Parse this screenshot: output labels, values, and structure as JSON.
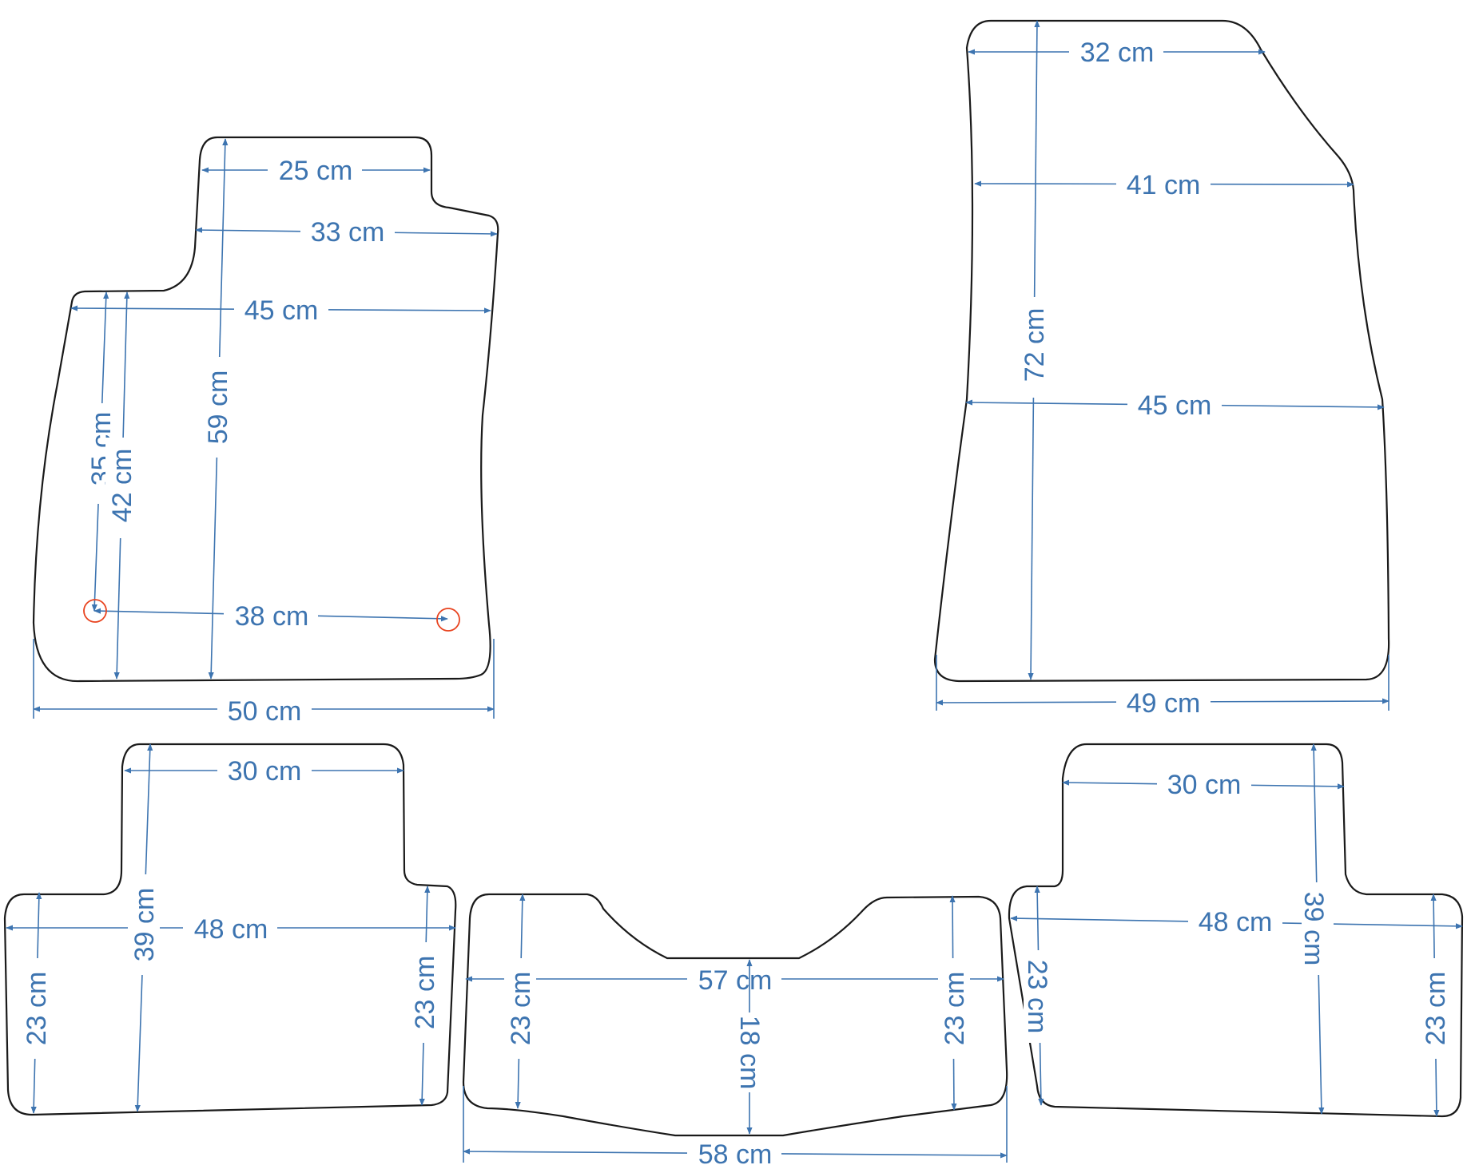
{
  "colors": {
    "dimension": "#3d74b0",
    "outline": "#1a1a1a",
    "marker": "#e8431f"
  },
  "mats": {
    "front_left": {
      "w_top": "25 cm",
      "w_step": "33 cm",
      "w_upper": "45 cm",
      "w_holes": "38 cm",
      "w_bottom": "50 cm",
      "h_hole": "35 cm",
      "h_left": "42 cm",
      "h_total": "59 cm"
    },
    "front_right": {
      "w_top": "32 cm",
      "w_upper": "41 cm",
      "w_mid": "45 cm",
      "w_bottom": "49 cm",
      "h_total": "72 cm"
    },
    "rear_left": {
      "w_top": "30 cm",
      "w_mid": "48 cm",
      "h_total": "39 cm",
      "h_left": "23 cm",
      "h_right": "23 cm"
    },
    "rear_center": {
      "w_mid": "57 cm",
      "w_bottom": "58 cm",
      "h_center": "18 cm",
      "h_left": "23 cm",
      "h_right": "23 cm"
    },
    "rear_right": {
      "w_top": "30 cm",
      "w_mid": "48 cm",
      "h_total": "39 cm",
      "h_left": "23 cm",
      "h_right": "23 cm"
    }
  }
}
